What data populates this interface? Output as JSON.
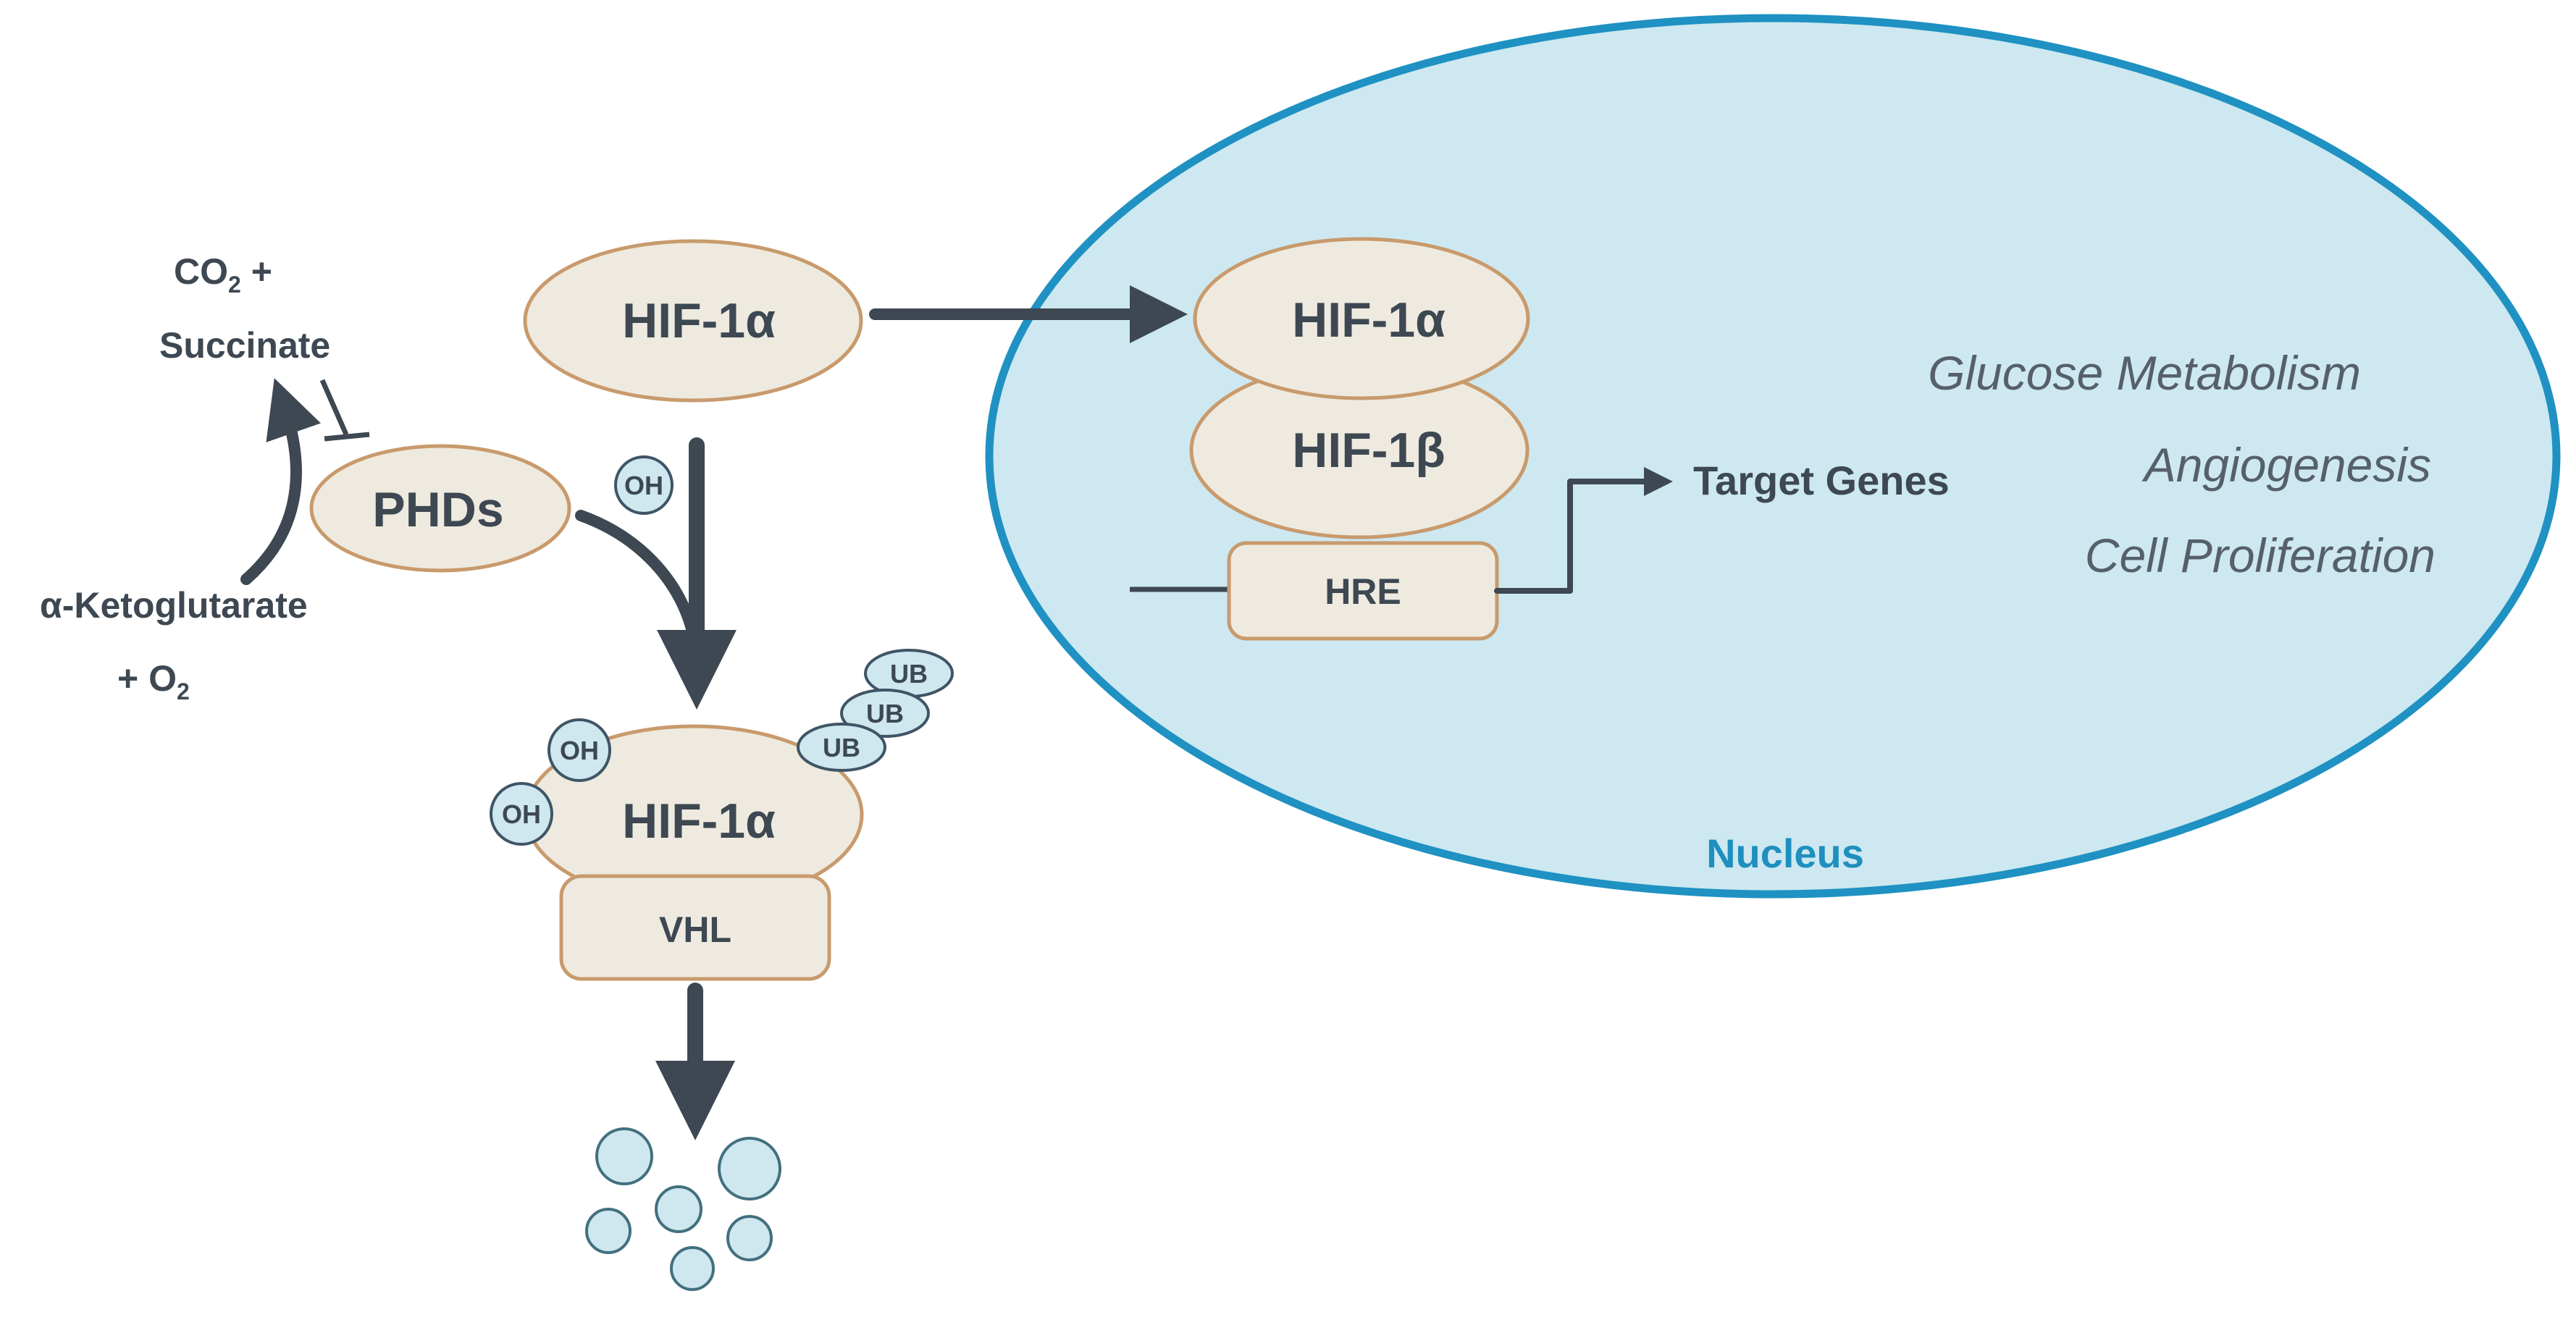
{
  "labels": {
    "co2": "CO",
    "co2_sub": "2",
    "co2_plus": " +",
    "succinate": "Succinate",
    "phds": "PHDs",
    "akg": "α-Ketoglutarate",
    "o2_prefix": "+ O",
    "o2_sub": "2",
    "hif1a_top": "HIF-1α",
    "hif1a_nuclear": "HIF-1α",
    "hif1b": "HIF-1β",
    "hre": "HRE",
    "target_genes": "Target Genes",
    "hif1a_bound": "HIF-1α",
    "vhl": "VHL",
    "oh": "OH",
    "ub": "UB",
    "nucleus": "Nucleus"
  },
  "outcomes": [
    "Glucose Metabolism",
    "Angiogenesis",
    "Cell Proliferation"
  ],
  "colors": {
    "protein_fill": "#eeeadf",
    "protein_stroke": "#c89a6c",
    "nucleus_fill": "#cde8f0",
    "nucleus_stroke": "#1f91c2",
    "arrow": "#3d4852",
    "text": "#3d4852"
  }
}
